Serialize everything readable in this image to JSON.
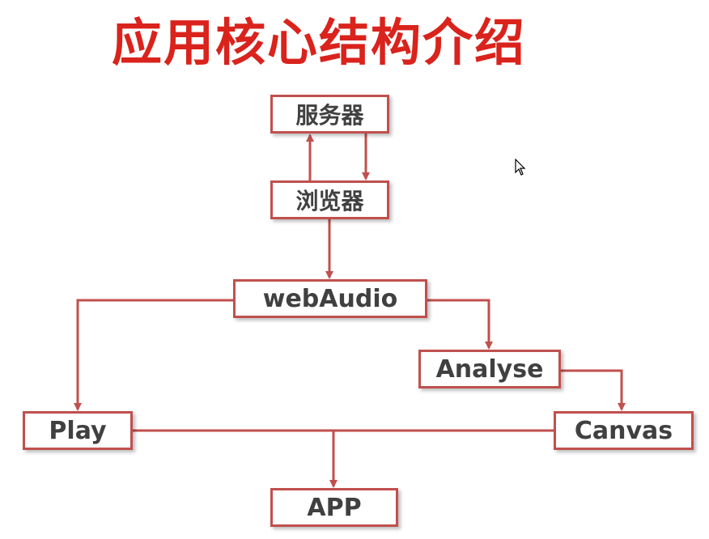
{
  "title": "应用核心结构介绍",
  "nodes": {
    "server": "服务器",
    "browser": "浏览器",
    "webaudio": "webAudio",
    "analyse": "Analyse",
    "play": "Play",
    "canvas": "Canvas",
    "app": "APP"
  },
  "colors": {
    "title": "#d9231c",
    "node_border": "#c0504d",
    "connector": "#c0504d",
    "node_text": "#404040"
  },
  "icons": {
    "cursor": "mouse-pointer-icon"
  }
}
